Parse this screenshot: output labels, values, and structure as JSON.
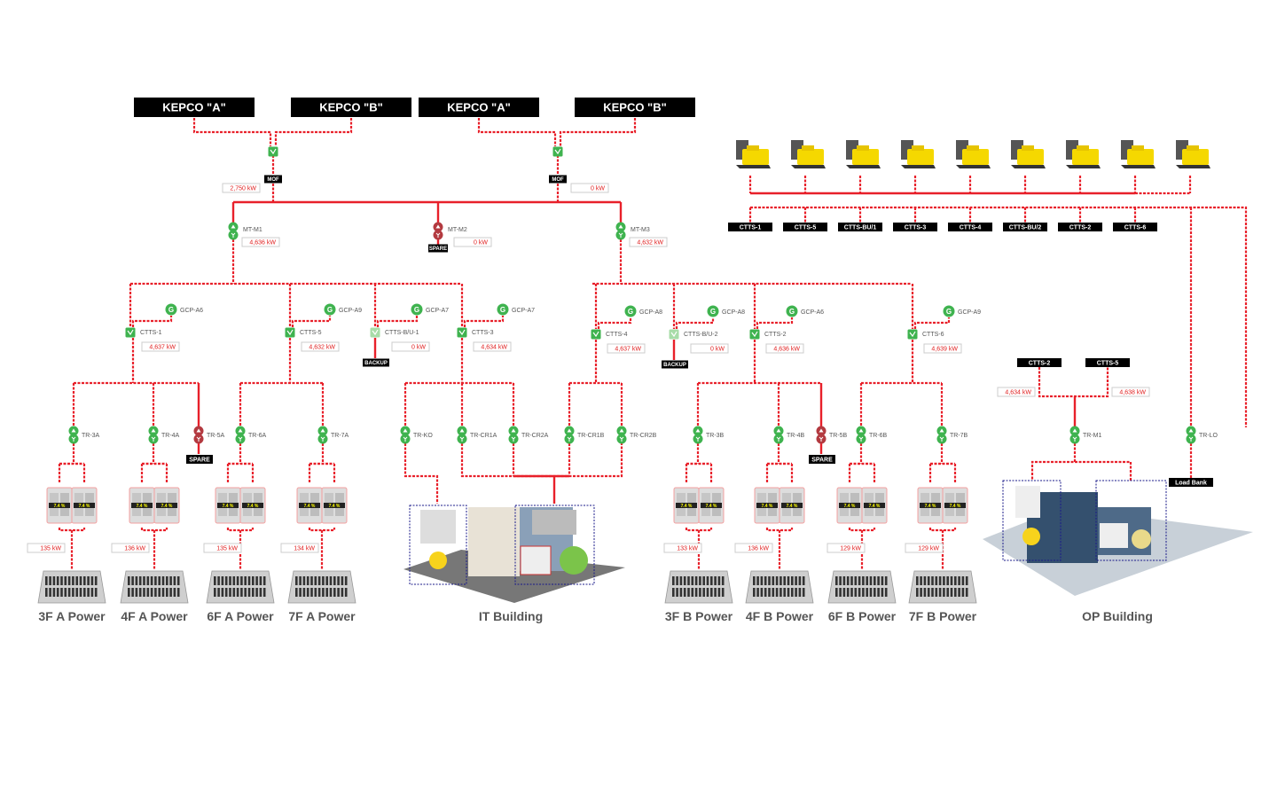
{
  "colors": {
    "line": "#e8202a",
    "ok": "#3fb34f",
    "spare": "#b33a40",
    "backup": "#a8dca8",
    "label_bg": "#000000",
    "kw_text": "#e02020",
    "tag_text": "#555555",
    "zone_border": "#1a1a8a"
  },
  "utility": {
    "feeds": [
      {
        "label": "KEPCO \"A\""
      },
      {
        "label": "KEPCO \"B\""
      },
      {
        "label": "KEPCO \"A\""
      },
      {
        "label": "KEPCO \"B\""
      }
    ],
    "mofs": [
      {
        "label": "MOF",
        "power": "2,750 kW"
      },
      {
        "label": "MOF",
        "power": "0 kW"
      }
    ]
  },
  "main_transformers": [
    {
      "id": "MT-M1",
      "power": "4,636 kW",
      "status": "ok"
    },
    {
      "id": "MT-M2",
      "power": "0 kW",
      "status": "spare",
      "tag": "SPARE"
    },
    {
      "id": "MT-M3",
      "power": "4,632 kW",
      "status": "ok"
    }
  ],
  "ctts": [
    {
      "id": "CTTS-1",
      "gcp": "GCP-A6",
      "power": "4,637 kW",
      "status": "ok"
    },
    {
      "id": "CTTS-5",
      "gcp": "GCP-A9",
      "power": "4,632 kW",
      "status": "ok"
    },
    {
      "id": "CTTS-B/U-1",
      "gcp": "GCP-A7",
      "power": "0 kW",
      "status": "backup",
      "tag": "BACKUP"
    },
    {
      "id": "CTTS-3",
      "gcp": "GCP-A7",
      "power": "4,634 kW",
      "status": "ok"
    },
    {
      "id": "CTTS-4",
      "gcp": "GCP-A8",
      "power": "4,637 kW",
      "status": "ok"
    },
    {
      "id": "CTTS-B/U-2",
      "gcp": "GCP-A8",
      "power": "0 kW",
      "status": "backup",
      "tag": "BACKUP"
    },
    {
      "id": "CTTS-2",
      "gcp": "GCP-A6",
      "power": "4,636 kW",
      "status": "ok"
    },
    {
      "id": "CTTS-6",
      "gcp": "GCP-A9",
      "power": "4,639 kW",
      "status": "ok"
    }
  ],
  "generators": {
    "count": 9,
    "ctts_labels": [
      "CTTS-1",
      "CTTS-5",
      "CTTS-BU/1",
      "CTTS-3",
      "CTTS-4",
      "CTTS-BU/2",
      "CTTS-2",
      "CTTS-6"
    ]
  },
  "transformers": [
    {
      "id": "TR-3A",
      "status": "ok"
    },
    {
      "id": "TR-4A",
      "status": "ok"
    },
    {
      "id": "TR-5A",
      "status": "spare",
      "tag": "SPARE"
    },
    {
      "id": "TR-6A",
      "status": "ok"
    },
    {
      "id": "TR-7A",
      "status": "ok"
    },
    {
      "id": "TR-KO",
      "status": "ok"
    },
    {
      "id": "TR-CR1A",
      "status": "ok"
    },
    {
      "id": "TR-CR2A",
      "status": "ok"
    },
    {
      "id": "TR-CR1B",
      "status": "ok"
    },
    {
      "id": "TR-CR2B",
      "status": "ok"
    },
    {
      "id": "TR-3B",
      "status": "ok"
    },
    {
      "id": "TR-4B",
      "status": "ok"
    },
    {
      "id": "TR-5B",
      "status": "spare",
      "tag": "SPARE"
    },
    {
      "id": "TR-6B",
      "status": "ok"
    },
    {
      "id": "TR-7B",
      "status": "ok"
    },
    {
      "id": "TR-M1",
      "status": "ok"
    },
    {
      "id": "TR-LO",
      "status": "ok"
    }
  ],
  "ups_load": "7.4 %",
  "floors": [
    {
      "name": "3F A Power",
      "power": "135 kW"
    },
    {
      "name": "4F A Power",
      "power": "136 kW"
    },
    {
      "name": "6F A Power",
      "power": "135 kW"
    },
    {
      "name": "7F A Power",
      "power": "134 kW"
    },
    {
      "name": "3F B Power",
      "power": "133 kW"
    },
    {
      "name": "4F B Power",
      "power": "136 kW"
    },
    {
      "name": "6F B Power",
      "power": "129 kW"
    },
    {
      "name": "7F B Power",
      "power": "129 kW"
    }
  ],
  "buildings": {
    "it": {
      "name": "IT Building"
    },
    "op": {
      "name": "OP Building",
      "feeds": [
        {
          "label": "CTTS-2",
          "power": "4,634 kW"
        },
        {
          "label": "CTTS-5",
          "power": "4,638 kW"
        }
      ]
    }
  },
  "load_bank": {
    "label": "Load Bank"
  }
}
